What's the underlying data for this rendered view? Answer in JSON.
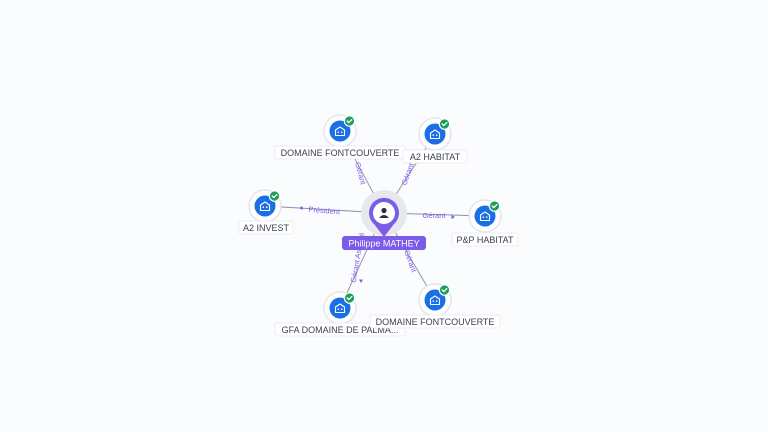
{
  "center": {
    "name": "Philippe MATHEY",
    "icon": "person-icon"
  },
  "companies": [
    {
      "id": "c1",
      "name": "DOMAINE FONTCOUVERTE",
      "relation": "Gérant",
      "icon": "building-icon",
      "verified": true
    },
    {
      "id": "c2",
      "name": "A2 HABITAT",
      "relation": "Gérant",
      "icon": "building-icon",
      "verified": true
    },
    {
      "id": "c3",
      "name": "A2 INVEST",
      "relation": "Président",
      "icon": "building-icon",
      "verified": true
    },
    {
      "id": "c4",
      "name": "P&P HABITAT",
      "relation": "Gérant",
      "icon": "building-icon",
      "verified": true
    },
    {
      "id": "c5",
      "name": "GFA DOMAINE DE PALMA...",
      "relation": "Gérant Associé",
      "icon": "building-icon",
      "verified": true
    },
    {
      "id": "c6",
      "name": "DOMAINE FONTCOUVERTE",
      "relation": "Gérant",
      "icon": "building-icon",
      "verified": true
    }
  ],
  "colors": {
    "accent": "#7b5ce8",
    "node": "#1a6fe6",
    "verified": "#1e9e5a"
  }
}
